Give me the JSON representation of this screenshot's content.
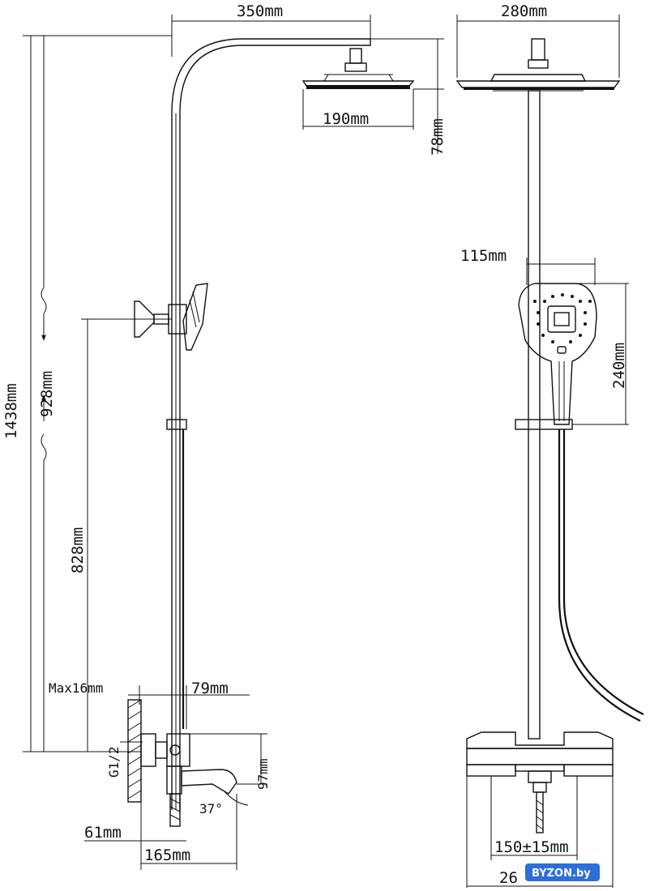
{
  "left_view": {
    "arm_length": "350mm",
    "head_diameter": "190mm",
    "head_height": "78mm",
    "total_height": "1438mm",
    "bar_height": "928mm",
    "holder_height": "828mm",
    "wall_offset_max": "Max16mm",
    "mixer_depth": "79mm",
    "thread": "G1/2",
    "spout_height": "97mm",
    "spout_angle": "37°",
    "spout_base": "61mm",
    "spout_length": "165mm"
  },
  "right_view": {
    "head_width": "280mm",
    "hand_shower_width": "115mm",
    "hand_shower_height": "240mm",
    "inlet_spacing": "150±15mm",
    "mixer_width": "26"
  },
  "watermark": "BYZON.by"
}
